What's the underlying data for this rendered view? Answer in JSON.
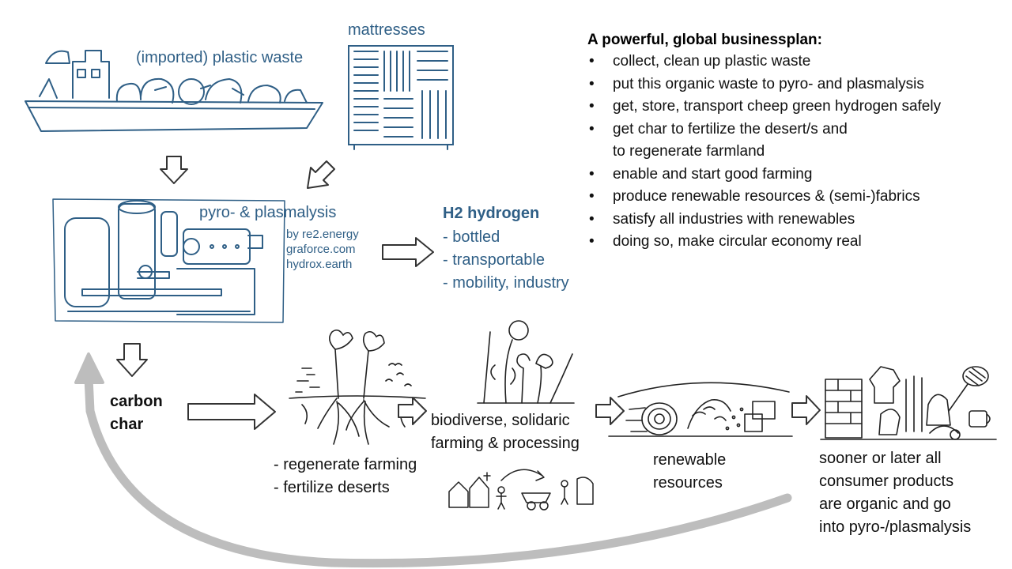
{
  "plastic_label": "(imported) plastic waste",
  "mattresses_label": "mattresses",
  "pyro": {
    "title": "pyro- & plasmalysis",
    "providers": [
      "by re2.energy",
      "graforce.com",
      "hydrox.earth"
    ]
  },
  "hydrogen": {
    "title": "H2 hydrogen",
    "items": [
      "- bottled",
      "- transportable",
      "- mobility, industry"
    ]
  },
  "plan": {
    "title": "A powerful, global businessplan:",
    "bullets": [
      "collect, clean up plastic waste",
      "put this organic waste to pyro- and plasmalysis",
      "get, store, transport cheep green hydrogen safely",
      "get char to fertilize the desert/s and",
      "to regenerate farmland",
      "enable and start good farming",
      "produce renewable resources & (semi-)fabrics",
      "satisfy all industries with renewables",
      "doing so, make circular economy real"
    ]
  },
  "carbon": {
    "line1": "carbon",
    "line2": "char"
  },
  "regenerate": {
    "line1": "- regenerate farming",
    "line2": "- fertilize deserts"
  },
  "biodiverse": {
    "line1": "biodiverse, solidaric",
    "line2": "farming & processing"
  },
  "renewable": {
    "line1": "renewable",
    "line2": "resources"
  },
  "consumer": {
    "line1": "sooner or later all",
    "line2": "consumer products",
    "line3": "are organic and go",
    "line4": "into pyro-/plasmalysis"
  },
  "colors": {
    "sketch_blue": "#2f5f86",
    "text_black": "#111111",
    "loop_gray": "#bdbdbd"
  }
}
